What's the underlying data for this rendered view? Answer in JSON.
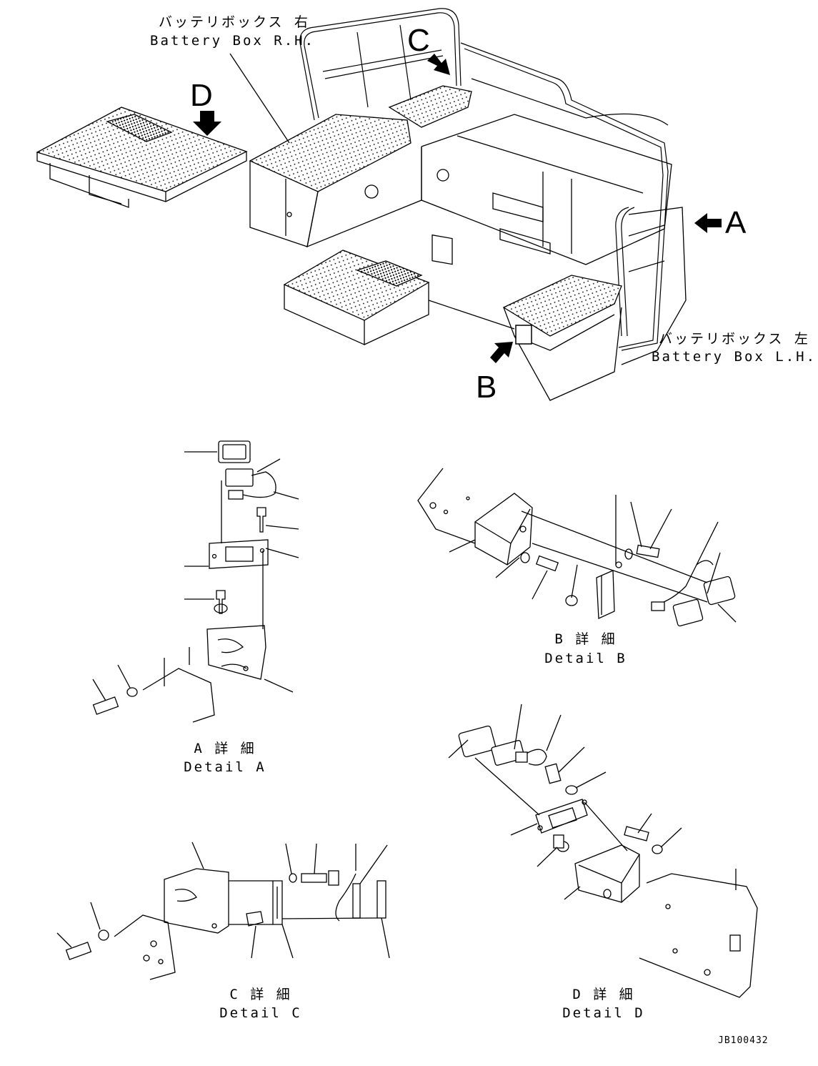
{
  "labels": {
    "battery_rh_jp": "バッテリボックス 右",
    "battery_rh_en": "Battery Box R.H.",
    "battery_lh_jp": "バッテリボックス 左",
    "battery_lh_en": "Battery Box L.H.",
    "detail_a_jp": "A 詳 細",
    "detail_a_en": "Detail A",
    "detail_b_jp": "B 詳 細",
    "detail_b_en": "Detail B",
    "detail_c_jp": "C 詳 細",
    "detail_c_en": "Detail C",
    "detail_d_jp": "D 詳 細",
    "detail_d_en": "Detail D"
  },
  "callouts": {
    "a": "A",
    "b": "B",
    "c": "C",
    "d": "D"
  },
  "drawing_code": "JB100432"
}
